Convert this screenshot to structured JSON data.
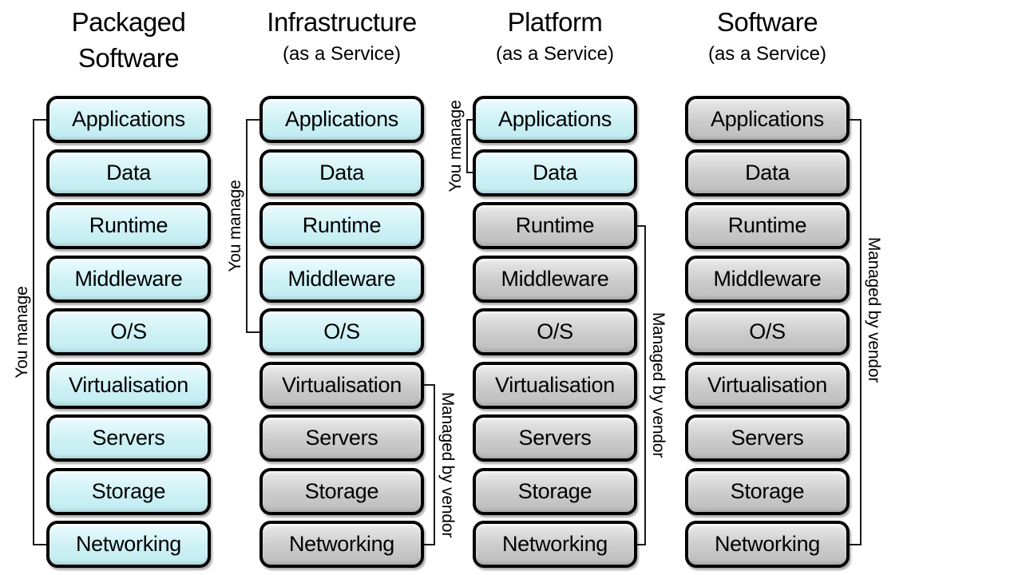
{
  "colors": {
    "you_manage_fill": "#cdf1f5",
    "vendor_fill": "#cbcbcb",
    "box_border": "#000000",
    "bracket_line": "#1a1a1a",
    "text": "#000000",
    "background": "#ffffff"
  },
  "layer_labels": [
    "Applications",
    "Data",
    "Runtime",
    "Middleware",
    "O/S",
    "Virtualisation",
    "Servers",
    "Storage",
    "Networking"
  ],
  "bracket_label_you": "You manage",
  "bracket_label_vendor": "Managed by vendor",
  "columns": [
    {
      "id": "packaged-software",
      "title_lines": [
        "Packaged",
        "Software"
      ],
      "subtitle": "",
      "layers": [
        {
          "label": "Applications",
          "owner": "you"
        },
        {
          "label": "Data",
          "owner": "you"
        },
        {
          "label": "Runtime",
          "owner": "you"
        },
        {
          "label": "Middleware",
          "owner": "you"
        },
        {
          "label": "O/S",
          "owner": "you"
        },
        {
          "label": "Virtualisation",
          "owner": "you"
        },
        {
          "label": "Servers",
          "owner": "you"
        },
        {
          "label": "Storage",
          "owner": "you"
        },
        {
          "label": "Networking",
          "owner": "you"
        }
      ],
      "brackets": [
        {
          "side": "left",
          "from": 0,
          "to": 8,
          "label": "You manage"
        }
      ]
    },
    {
      "id": "infrastructure-as-a-service",
      "title_lines": [
        "Infrastructure"
      ],
      "subtitle": "(as a Service)",
      "layers": [
        {
          "label": "Applications",
          "owner": "you"
        },
        {
          "label": "Data",
          "owner": "you"
        },
        {
          "label": "Runtime",
          "owner": "you"
        },
        {
          "label": "Middleware",
          "owner": "you"
        },
        {
          "label": "O/S",
          "owner": "you"
        },
        {
          "label": "Virtualisation",
          "owner": "vendor"
        },
        {
          "label": "Servers",
          "owner": "vendor"
        },
        {
          "label": "Storage",
          "owner": "vendor"
        },
        {
          "label": "Networking",
          "owner": "vendor"
        }
      ],
      "brackets": [
        {
          "side": "left",
          "from": 0,
          "to": 4,
          "label": "You manage"
        },
        {
          "side": "right",
          "from": 5,
          "to": 8,
          "label": "Managed by vendor"
        }
      ]
    },
    {
      "id": "platform-as-a-service",
      "title_lines": [
        "Platform"
      ],
      "subtitle": "(as a Service)",
      "layers": [
        {
          "label": "Applications",
          "owner": "you"
        },
        {
          "label": "Data",
          "owner": "you"
        },
        {
          "label": "Runtime",
          "owner": "vendor"
        },
        {
          "label": "Middleware",
          "owner": "vendor"
        },
        {
          "label": "O/S",
          "owner": "vendor"
        },
        {
          "label": "Virtualisation",
          "owner": "vendor"
        },
        {
          "label": "Servers",
          "owner": "vendor"
        },
        {
          "label": "Storage",
          "owner": "vendor"
        },
        {
          "label": "Networking",
          "owner": "vendor"
        }
      ],
      "brackets": [
        {
          "side": "left",
          "from": 0,
          "to": 1,
          "label": "You manage"
        },
        {
          "side": "right",
          "from": 2,
          "to": 8,
          "label": "Managed by vendor"
        }
      ]
    },
    {
      "id": "software-as-a-service",
      "title_lines": [
        "Software"
      ],
      "subtitle": "(as a Service)",
      "layers": [
        {
          "label": "Applications",
          "owner": "vendor"
        },
        {
          "label": "Data",
          "owner": "vendor"
        },
        {
          "label": "Runtime",
          "owner": "vendor"
        },
        {
          "label": "Middleware",
          "owner": "vendor"
        },
        {
          "label": "O/S",
          "owner": "vendor"
        },
        {
          "label": "Virtualisation",
          "owner": "vendor"
        },
        {
          "label": "Servers",
          "owner": "vendor"
        },
        {
          "label": "Storage",
          "owner": "vendor"
        },
        {
          "label": "Networking",
          "owner": "vendor"
        }
      ],
      "brackets": [
        {
          "side": "right",
          "from": 0,
          "to": 8,
          "label": "Managed by vendor"
        }
      ]
    }
  ]
}
